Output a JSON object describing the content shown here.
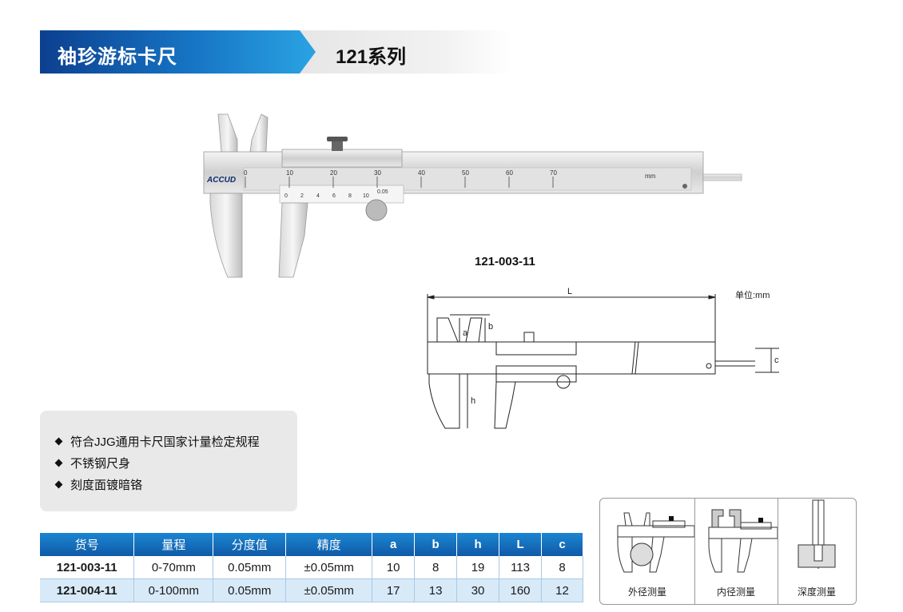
{
  "header": {
    "title": "袖珍游标卡尺",
    "series": "121系列"
  },
  "photo": {
    "brand": "ACCUD",
    "main_scale": [
      "0",
      "10",
      "20",
      "30",
      "40",
      "50",
      "60",
      "70"
    ],
    "unit_mark": "mm",
    "vernier_scale": [
      "0",
      "2",
      "4",
      "6",
      "8",
      "10"
    ],
    "resolution_mark": "0.05"
  },
  "model_label": "121-003-11",
  "drawing": {
    "unit": "单位:mm",
    "labels": {
      "L": "L",
      "a": "a",
      "b": "b",
      "h": "h",
      "c": "c"
    }
  },
  "features": [
    "符合JJG通用卡尺国家计量检定规程",
    "不锈钢尺身",
    "刻度面镀暗铬"
  ],
  "table": {
    "headers": [
      "货号",
      "量程",
      "分度值",
      "精度",
      "a",
      "b",
      "h",
      "L",
      "c"
    ],
    "rows": [
      [
        "121-003-11",
        "0-70mm",
        "0.05mm",
        "±0.05mm",
        "10",
        "8",
        "19",
        "113",
        "8"
      ],
      [
        "121-004-11",
        "0-100mm",
        "0.05mm",
        "±0.05mm",
        "17",
        "13",
        "30",
        "160",
        "12"
      ]
    ]
  },
  "usage": [
    "外径测量",
    "内径测量",
    "深度测量"
  ]
}
